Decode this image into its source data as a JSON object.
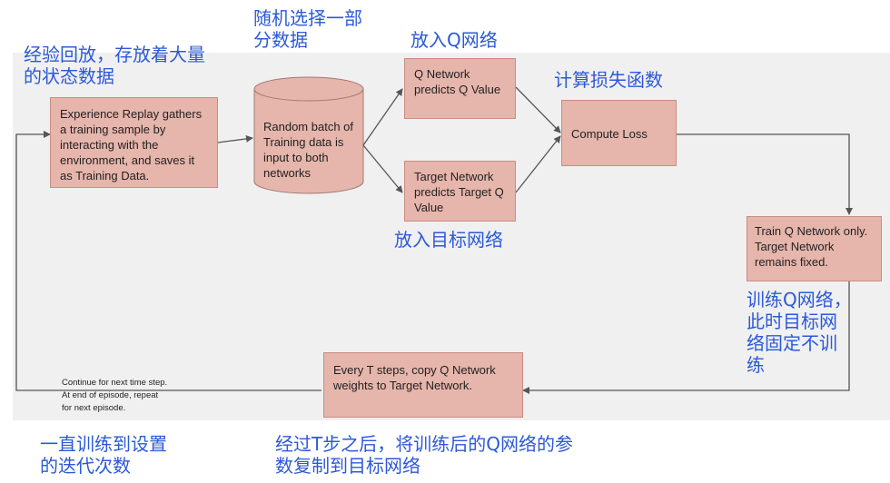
{
  "nodes": {
    "replay": "Experience Replay gathers a training sample by interacting with the environment, and saves it as Training Data.",
    "batch": "Random batch of Training data is input to both networks",
    "qnet": "Q Network predicts Q Value",
    "target": "Target Network predicts Target Q Value",
    "loss": "Compute Loss",
    "train": "Train Q Network only. Target Network remains fixed.",
    "copy": "Every T steps, copy Q Network weights to Target Network."
  },
  "note": {
    "line1": "Continue for next time step.",
    "line2": "At end of episode, repeat",
    "line3": "for next episode."
  },
  "captions": {
    "replay_line1": "经验回放，存放着大量",
    "replay_line2": "的状态数据",
    "batch_line1": "随机选择一部",
    "batch_line2": "分数据",
    "qnet": "放入Q网络",
    "loss": "计算损失函数",
    "target": "放入目标网络",
    "train_line1": "训练Q网络，",
    "train_line2": "此时目标网",
    "train_line3": "络固定不训",
    "train_line4": "练",
    "loop_line1": "一直训练到设置",
    "loop_line2": "的迭代次数",
    "copy_line1": "经过T步之后，将训练后的Q网络的参",
    "copy_line2": "数复制到目标网络"
  },
  "colors": {
    "box_fill": "#e6b5ab",
    "box_border": "#c98d84",
    "caption": "#2c59d8",
    "panel": "#f0f0f0",
    "arrow": "#555555"
  }
}
